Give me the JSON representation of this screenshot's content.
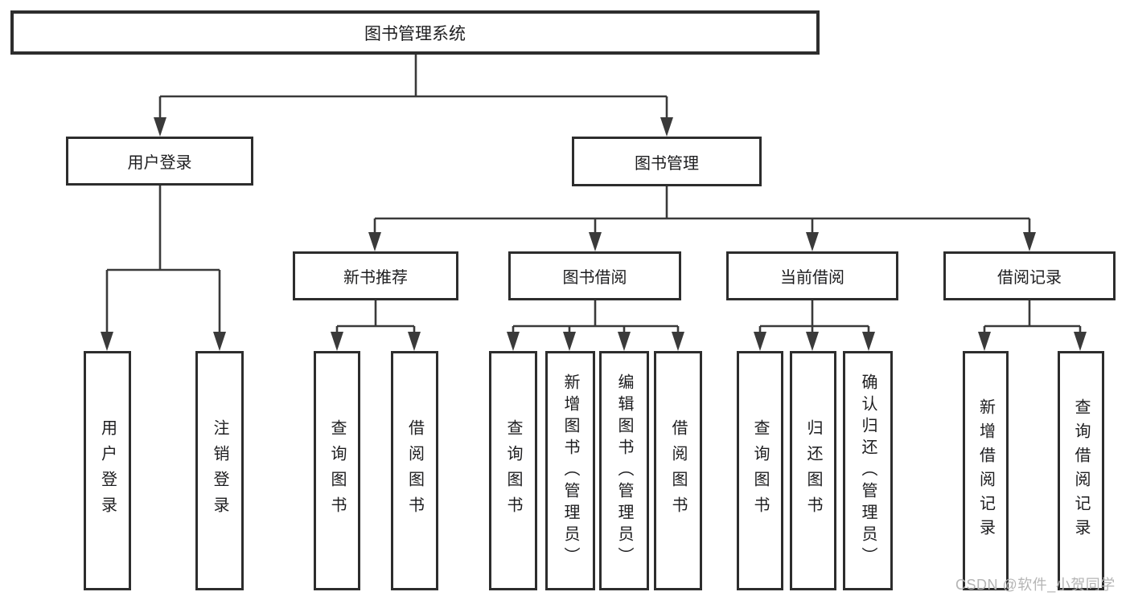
{
  "diagram": {
    "root": "图书管理系统",
    "user_login": {
      "label": "用户登录",
      "children": [
        "用户登录",
        "注销登录"
      ]
    },
    "book_mgmt": {
      "label": "图书管理",
      "sections": [
        {
          "label": "新书推荐",
          "children": [
            "查询图书",
            "借阅图书"
          ]
        },
        {
          "label": "图书借阅",
          "children": [
            "查询图书",
            "新增图书（管理员）",
            "编辑图书（管理员）",
            "借阅图书"
          ]
        },
        {
          "label": "当前借阅",
          "children": [
            "查询图书",
            "归还图书",
            "确认归还（管理员）"
          ]
        },
        {
          "label": "借阅记录",
          "children": [
            "新增借阅记录",
            "查询借阅记录"
          ]
        }
      ]
    }
  },
  "watermark": "CSDN @软件_小贺同学",
  "colors": {
    "line": "#3a3a3a",
    "box_border": "#2d2d2d",
    "text": "#1d1d1f",
    "watermark": "#b5b5b5",
    "background": "#ffffff"
  }
}
